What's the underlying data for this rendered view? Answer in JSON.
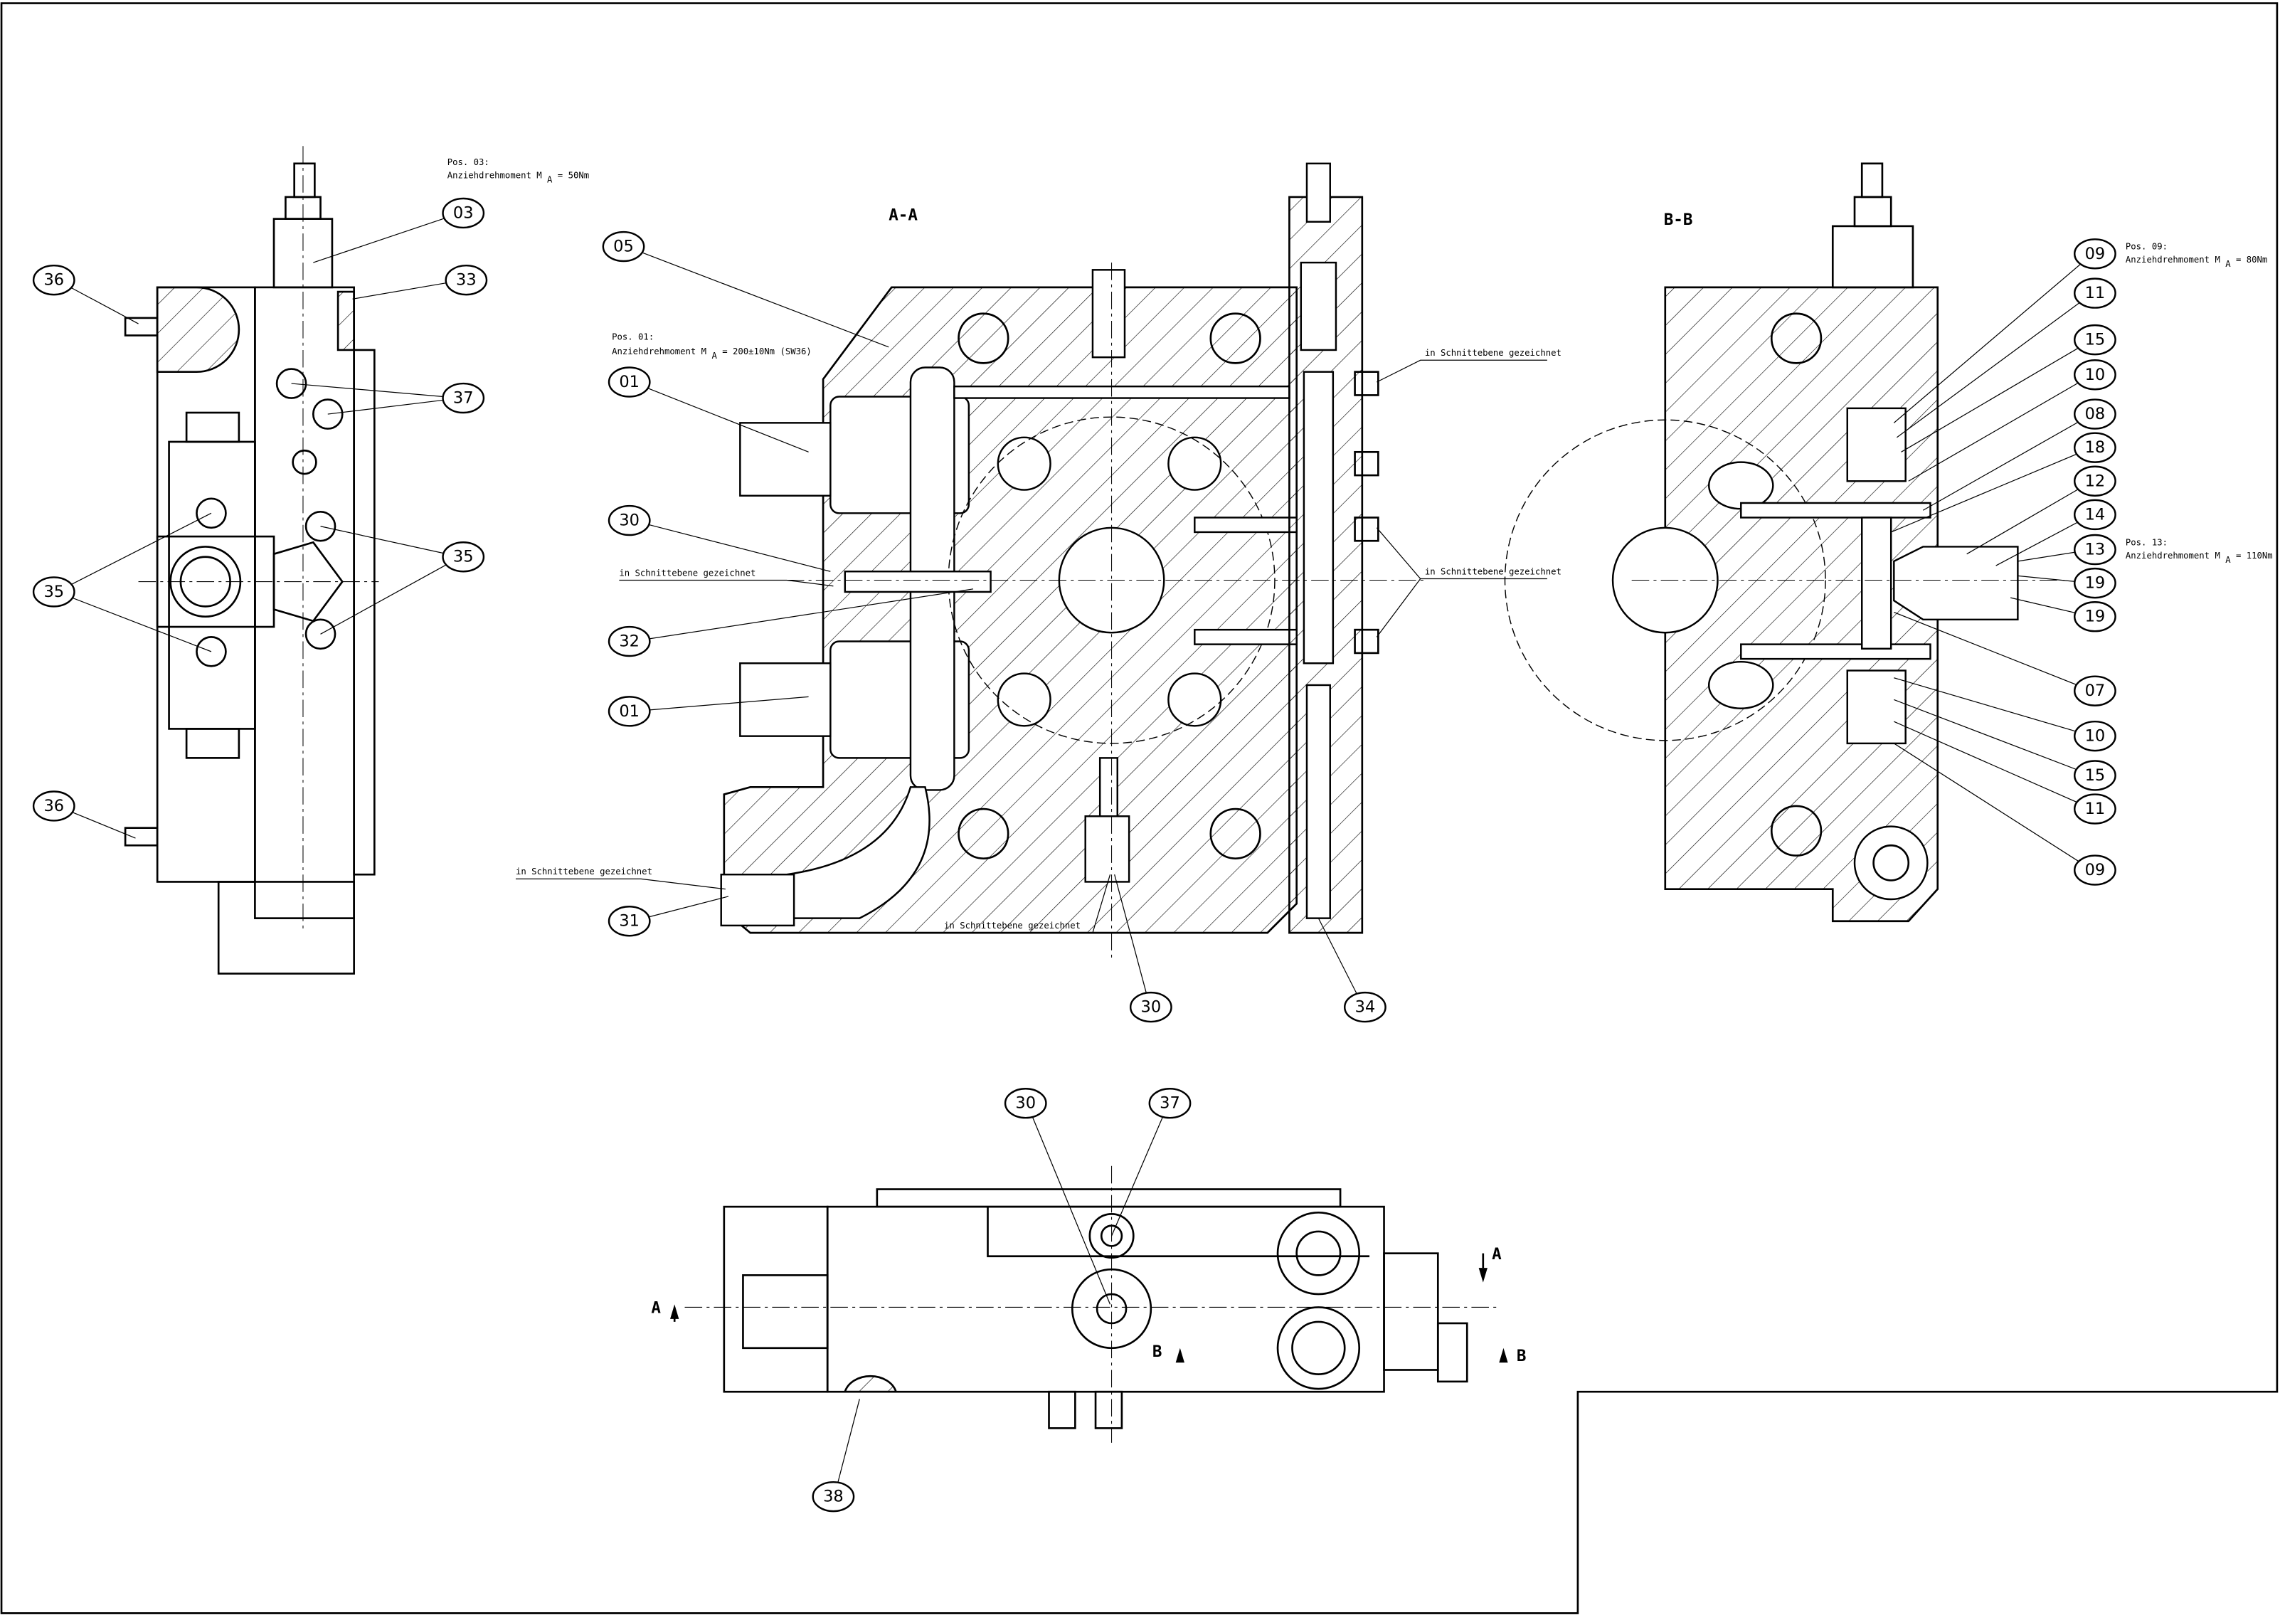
{
  "title": "Hydraulic valve block assembly drawing",
  "sections": {
    "a_a": "A-A",
    "b_b": "B-B",
    "a": "A",
    "b": "B"
  },
  "notes": {
    "pos03_title": "Pos. 03:",
    "pos03_torque": "Anziehdrehmoment M",
    "pos03_sub": "A",
    "pos03_value": "= 50Nm",
    "pos01_title": "Pos. 01:",
    "pos01_torque": "Anziehdrehmoment M",
    "pos01_sub": "A",
    "pos01_value": "= 200±10Nm (SW36)",
    "pos09_title": "Pos. 09:",
    "pos09_torque": "Anziehdrehmoment M",
    "pos09_sub": "A",
    "pos09_value": "= 80Nm",
    "pos13_title": "Pos. 13:",
    "pos13_torque": "Anziehdrehmoment M",
    "pos13_sub": "A",
    "pos13_value": "= 110Nm",
    "in_plane": "in Schnittebene gezeichnet"
  },
  "callouts": [
    "36",
    "03",
    "33",
    "37",
    "35",
    "35",
    "36",
    "05",
    "01",
    "30",
    "32",
    "01",
    "31",
    "30",
    "34",
    "09",
    "11",
    "15",
    "10",
    "08",
    "18",
    "12",
    "14",
    "13",
    "19",
    "19",
    "07",
    "10",
    "15",
    "11",
    "09",
    "30",
    "37",
    "38"
  ]
}
